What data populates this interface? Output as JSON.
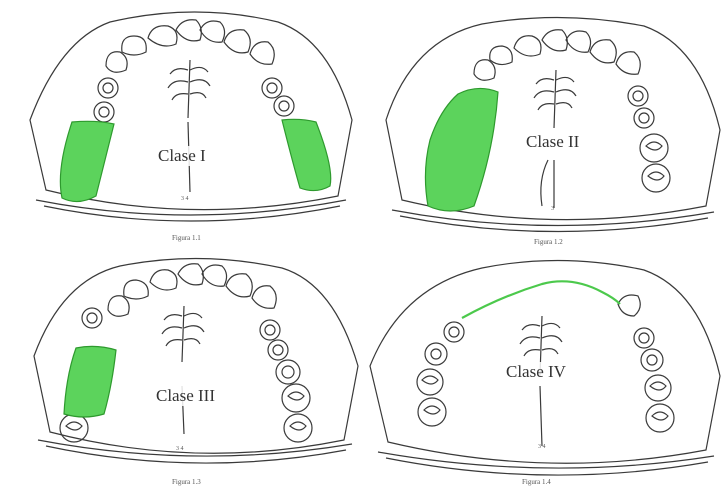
{
  "colors": {
    "line": "#3a3a3a",
    "saddle_fill": "#5cd35c",
    "saddle_stroke": "#2e9a2e",
    "background": "#ffffff"
  },
  "panels": [
    {
      "id": "clase-1",
      "label": "Clase I",
      "caption": "Figura 1.1",
      "mid_mark": "3 4"
    },
    {
      "id": "clase-2",
      "label": "Clase II",
      "caption": "Figura 1.2",
      "mid_mark": "3"
    },
    {
      "id": "clase-3",
      "label": "Clase III",
      "caption": "Figura 1.3",
      "mid_mark": "3 4"
    },
    {
      "id": "clase-4",
      "label": "Clase IV",
      "caption": "Figura 1.4",
      "mid_mark": "3 4"
    }
  ]
}
